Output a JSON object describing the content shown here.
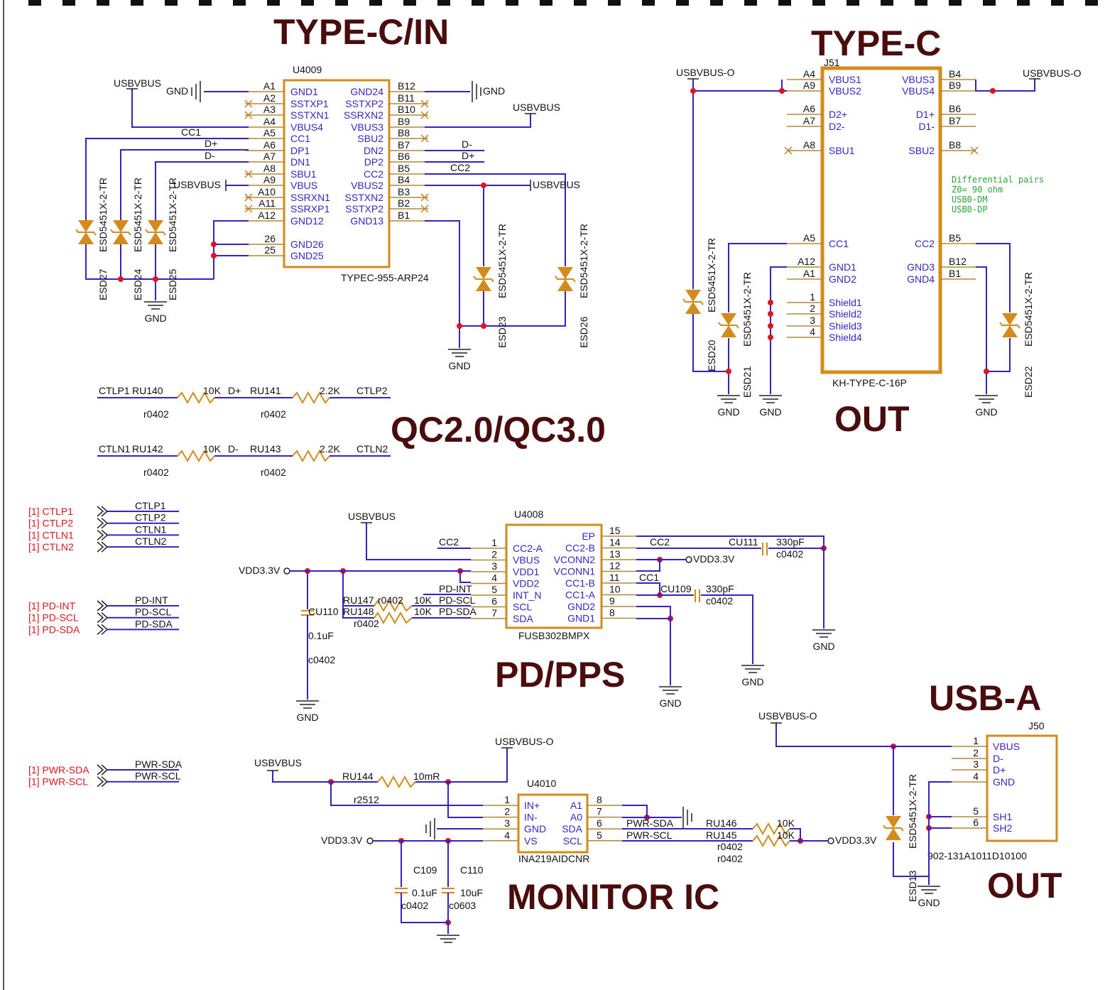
{
  "titles": {
    "typec_in": "TYPE-C/IN",
    "typec": "TYPE-C",
    "out1": "OUT",
    "qc": "QC2.0/QC3.0",
    "pd": "PD/PPS",
    "usba": "USB-A",
    "out2": "OUT",
    "monitor": "MONITOR IC"
  },
  "u4009": {
    "ref": "U4009",
    "part": "TYPEC-955-ARP24",
    "left": [
      [
        "A1",
        "GND1"
      ],
      [
        "A2",
        "SSTXP1"
      ],
      [
        "A3",
        "SSTXN1"
      ],
      [
        "A4",
        "VBUS4"
      ],
      [
        "A5",
        "CC1"
      ],
      [
        "A6",
        "DP1"
      ],
      [
        "A7",
        "DN1"
      ],
      [
        "A8",
        "SBU1"
      ],
      [
        "A9",
        "VBUS"
      ],
      [
        "A10",
        "SSRXN1"
      ],
      [
        "A11",
        "SSRXP1"
      ],
      [
        "A12",
        "GND12"
      ],
      [
        "26",
        "GND26"
      ],
      [
        "25",
        "GND25"
      ]
    ],
    "right": [
      [
        "B12",
        "GND24"
      ],
      [
        "B11",
        "SSTXP2"
      ],
      [
        "B10",
        "SSRXN2"
      ],
      [
        "B9",
        "VBUS3"
      ],
      [
        "B8",
        "SBU2"
      ],
      [
        "B7",
        "DN2"
      ],
      [
        "B6",
        "DP2"
      ],
      [
        "B5",
        "CC2"
      ],
      [
        "B4",
        "VBUS2"
      ],
      [
        "B3",
        "SSTXN2"
      ],
      [
        "B2",
        "SSTXP2"
      ],
      [
        "B1",
        "GND13"
      ]
    ]
  },
  "j51": {
    "ref": "J51",
    "part": "KH-TYPE-C-16P",
    "left": [
      [
        "A4",
        "VBUS1"
      ],
      [
        "A9",
        "VBUS2"
      ],
      [
        "A6",
        "D2+"
      ],
      [
        "A7",
        "D2-"
      ],
      [
        "A8",
        "SBU1"
      ],
      [
        "A5",
        "CC1"
      ],
      [
        "A12",
        "GND1"
      ],
      [
        "A1",
        "GND2"
      ],
      [
        "1",
        "Shield1"
      ],
      [
        "2",
        "Shield2"
      ],
      [
        "3",
        "Shield3"
      ],
      [
        "4",
        "Shield4"
      ]
    ],
    "right": [
      [
        "B4",
        "VBUS3"
      ],
      [
        "B9",
        "VBUS4"
      ],
      [
        "B6",
        "D1+"
      ],
      [
        "B7",
        "D1-"
      ],
      [
        "B8",
        "SBU2"
      ],
      [
        "B5",
        "CC2"
      ],
      [
        "B12",
        "GND3"
      ],
      [
        "B1",
        "GND4"
      ]
    ],
    "note": [
      "Differential pairs",
      "Z0= 90 ohm",
      "USB0-DM",
      "USB0-DP"
    ]
  },
  "u4008": {
    "ref": "U4008",
    "part": "FUSB302BMPX",
    "left": [
      [
        "1",
        "CC2-A"
      ],
      [
        "2",
        "VBUS"
      ],
      [
        "3",
        "VDD1"
      ],
      [
        "4",
        "VDD2"
      ],
      [
        "5",
        "INT_N"
      ],
      [
        "6",
        "SCL"
      ],
      [
        "7",
        "SDA"
      ]
    ],
    "right": [
      [
        "15",
        "EP"
      ],
      [
        "14",
        "CC2-B"
      ],
      [
        "13",
        "VCONN2"
      ],
      [
        "12",
        "VCONN1"
      ],
      [
        "11",
        "CC1-B"
      ],
      [
        "10",
        "CC1-A"
      ],
      [
        "9",
        "GND2"
      ],
      [
        "8",
        "GND1"
      ]
    ]
  },
  "u4010": {
    "ref": "U4010",
    "part": "INA219AIDCNR",
    "left": [
      [
        "1",
        "IN+"
      ],
      [
        "2",
        "IN-"
      ],
      [
        "3",
        "GND"
      ],
      [
        "4",
        "VS"
      ]
    ],
    "right": [
      [
        "8",
        "A1"
      ],
      [
        "7",
        "A0"
      ],
      [
        "6",
        "SDA"
      ],
      [
        "5",
        "SCL"
      ]
    ]
  },
  "j50": {
    "ref": "J50",
    "part": "902-131A1011D10100",
    "pins": [
      [
        "1",
        "VBUS"
      ],
      [
        "2",
        "D-"
      ],
      [
        "3",
        "D+"
      ],
      [
        "4",
        "GND"
      ],
      [
        "5",
        "SH1"
      ],
      [
        "6",
        "SH2"
      ]
    ]
  },
  "labels": {
    "usbvbus": "USBVBUS",
    "usbvbuso": "USBVBUS-O",
    "gnd": "GND",
    "vdd33": "VDD3.3V",
    "cc1": "CC1",
    "cc2": "CC2",
    "dp": "D+",
    "dm": "D-",
    "esd_part": "ESD5451X-2-TR",
    "esd": [
      "ESD27",
      "ESD24",
      "ESD25",
      "ESD23",
      "ESD26",
      "ESD20",
      "ESD21",
      "ESD22",
      "ESD13"
    ]
  },
  "qc": {
    "rows": [
      {
        "n1": "CTLP1",
        "r1": "RU140",
        "v1": "10K",
        "mid": "D+",
        "r2": "RU141",
        "v2": "2.2K",
        "n2": "CTLP2",
        "pk": "r0402"
      },
      {
        "n1": "CTLN1",
        "r1": "RU142",
        "v1": "10K",
        "mid": "D-",
        "r2": "RU143",
        "v2": "2.2K",
        "n2": "CTLN2",
        "pk": "r0402"
      }
    ]
  },
  "ports": {
    "ctl": [
      "[1] CTLP1",
      "[1] CTLP2",
      "[1] CTLN1",
      "[1] CTLN2"
    ],
    "ctl_nets": [
      "CTLP1",
      "CTLP2",
      "CTLN1",
      "CTLN2"
    ],
    "pd": [
      "[1] PD-INT",
      "[1] PD-SCL",
      "[1] PD-SDA"
    ],
    "pd_nets": [
      "PD-INT",
      "PD-SCL",
      "PD-SDA"
    ],
    "pwr": [
      "[1] PWR-SDA",
      "[1] PWR-SCL"
    ],
    "pwr_nets": [
      "PWR-SDA",
      "PWR-SCL"
    ]
  },
  "pdparts": {
    "cu111": "CU111",
    "cu111v": "330pF",
    "cu109": "CU109",
    "cu109v": "330pF",
    "c0402": "c0402",
    "cu110": "CU110",
    "cu110v": "0.1uF",
    "ru147": "RU147",
    "ru148": "RU148",
    "r0402": "r0402",
    "r10k": "10K",
    "pdint": "PD-INT",
    "pdscl": "PD-SCL",
    "pdsda": "PD-SDA"
  },
  "monparts": {
    "ru144": "RU144",
    "ru144v": "10mR",
    "r2512": "r2512",
    "ru146": "RU146",
    "ru145": "RU145",
    "r10k": "10K",
    "r0402": "r0402",
    "c109": "C109",
    "c110": "C110",
    "c109v": "0.1uF",
    "c110v": "10uF",
    "c0402": "c0402",
    "c0603": "c0603",
    "pwrsda": "PWR-SDA",
    "pwrscl": "PWR-SCL"
  }
}
